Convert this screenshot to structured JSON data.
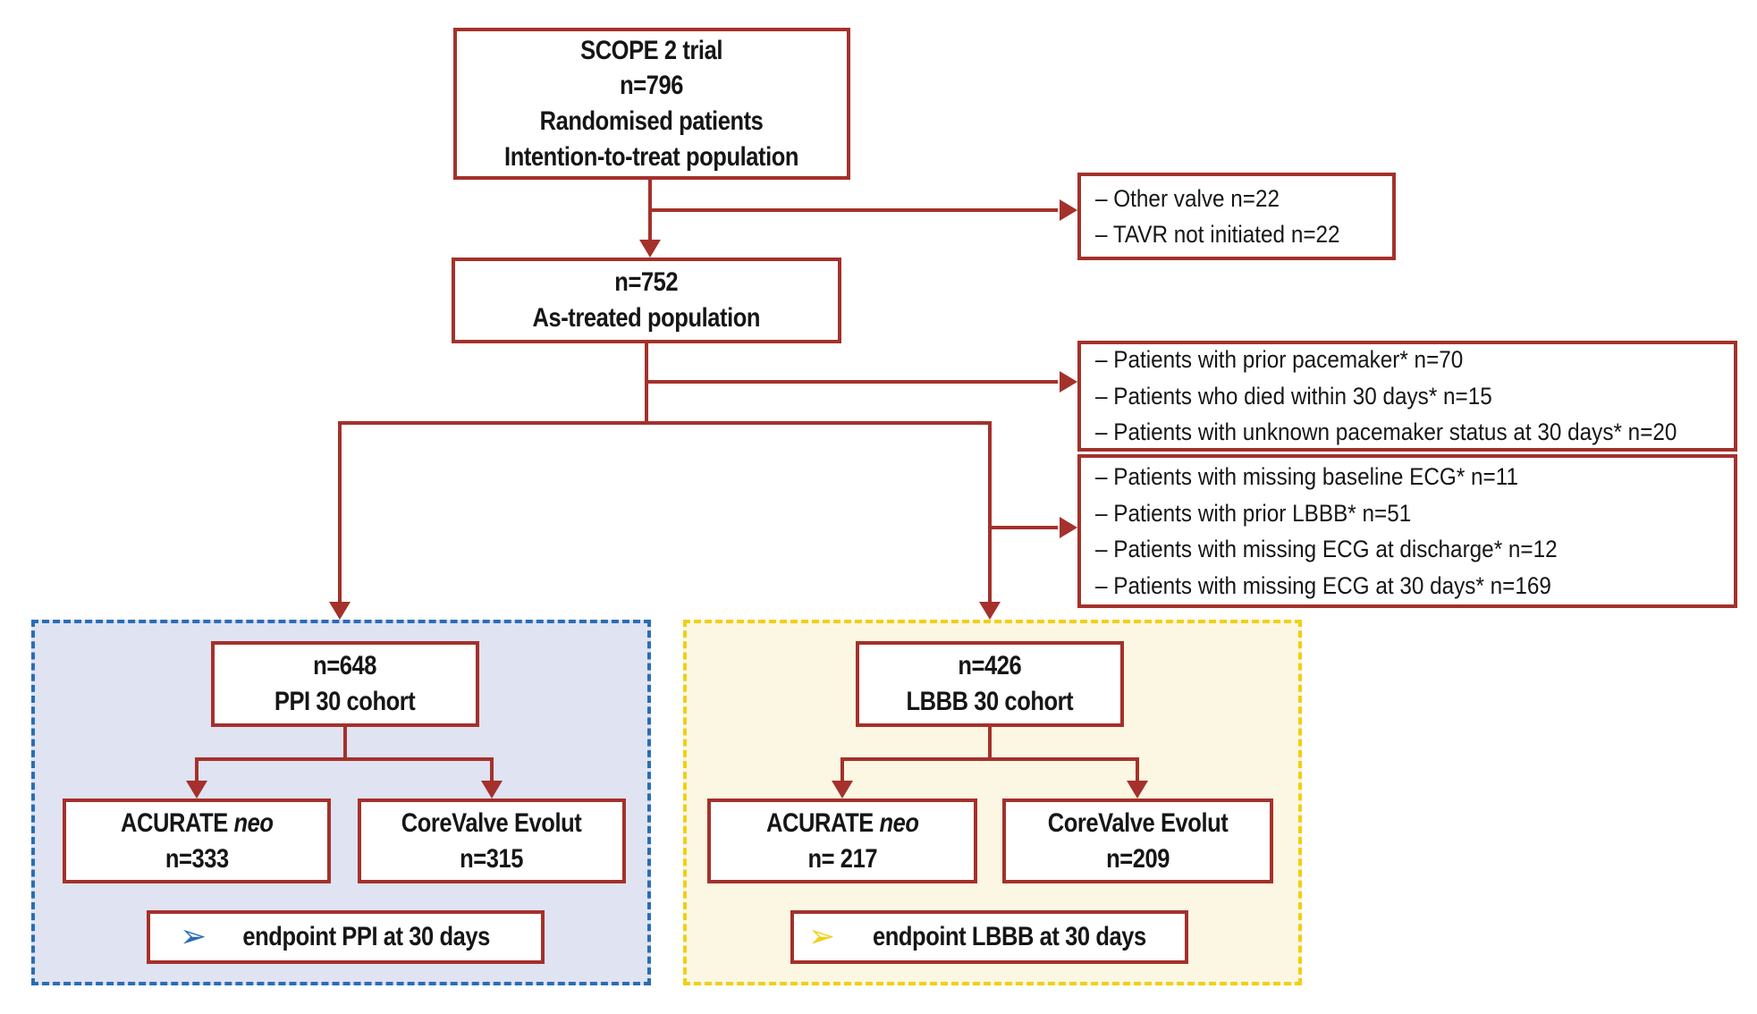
{
  "colors": {
    "box_border_red": "#a4312b",
    "arrow_red": "#a4312b",
    "ppi_panel_border_blue": "#2a6db5",
    "ppi_panel_bg": "#dfe3f2",
    "lbbb_panel_border_yellow": "#f2cf13",
    "lbbb_panel_bg": "#fcf7e2",
    "text": "#161616"
  },
  "icons": {
    "endpoint_arrow": "➢"
  },
  "nodes": {
    "trial": {
      "lines": [
        "SCOPE 2 trial",
        "n=796",
        "Randomised patients",
        "Intention-to-treat population"
      ]
    },
    "excl_other": {
      "items": [
        "– Other valve n=22",
        "– TAVR not initiated n=22"
      ]
    },
    "as_treated": {
      "lines": [
        "n=752",
        "As-treated population"
      ]
    },
    "excl_pacemaker": {
      "items": [
        "– Patients with prior pacemaker* n=70",
        "– Patients who died within 30 days* n=15",
        "– Patients with unknown pacemaker status at 30 days* n=20"
      ]
    },
    "excl_ecg": {
      "items": [
        "– Patients with missing baseline ECG* n=11",
        "– Patients with prior LBBB* n=51",
        "– Patients with missing ECG at discharge* n=12",
        "– Patients with missing ECG at 30 days* n=169"
      ]
    },
    "ppi_cohort": {
      "lines": [
        "n=648",
        "PPI 30 cohort"
      ]
    },
    "lbbb_cohort": {
      "lines": [
        "n=426",
        "LBBB 30 cohort"
      ]
    },
    "ppi_acurate": {
      "name": "ACURATE",
      "name_italic": "neo",
      "n": "n=333"
    },
    "ppi_corevalve": {
      "name": "CoreValve Evolut",
      "n": "n=315"
    },
    "lbbb_acurate": {
      "name": "ACURATE",
      "name_italic": "neo",
      "n": "n= 217"
    },
    "lbbb_corevalve": {
      "name": "CoreValve Evolut",
      "n": "n=209"
    },
    "ppi_endpoint": {
      "label": "endpoint PPI at 30 days"
    },
    "lbbb_endpoint": {
      "label": "endpoint LBBB at 30 days"
    }
  }
}
